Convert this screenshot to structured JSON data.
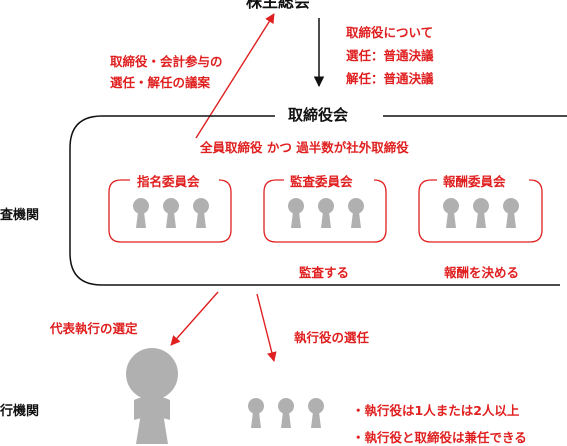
{
  "colors": {
    "accent": "#e02020",
    "text": "#111111",
    "figure": "#b0b0b0",
    "box": "#e02020"
  },
  "top": {
    "title": "株主総会",
    "right_note": [
      "取締役について",
      "選任：普通決議",
      "解任：普通決議"
    ]
  },
  "left_note": [
    "取締役・会計参与の",
    "選任・解任の議案"
  ],
  "board": {
    "title": "取締役会",
    "subtitle": "全員取締役 かつ 過半数が社外取締役",
    "side_label": "査機関",
    "committees": [
      {
        "name": "指名委員会",
        "members": 3
      },
      {
        "name": "監査委員会",
        "members": 3,
        "note": "監査する"
      },
      {
        "name": "報酬委員会",
        "members": 3,
        "note": "報酬を決める"
      }
    ]
  },
  "arrows": {
    "left": "代表執行の選定",
    "right": "執行役の選任"
  },
  "exec": {
    "side_label": "行機関",
    "members": 3,
    "notes": [
      "・執行役は1人または2人以上",
      "・執行役と取締役は兼任できる"
    ]
  }
}
